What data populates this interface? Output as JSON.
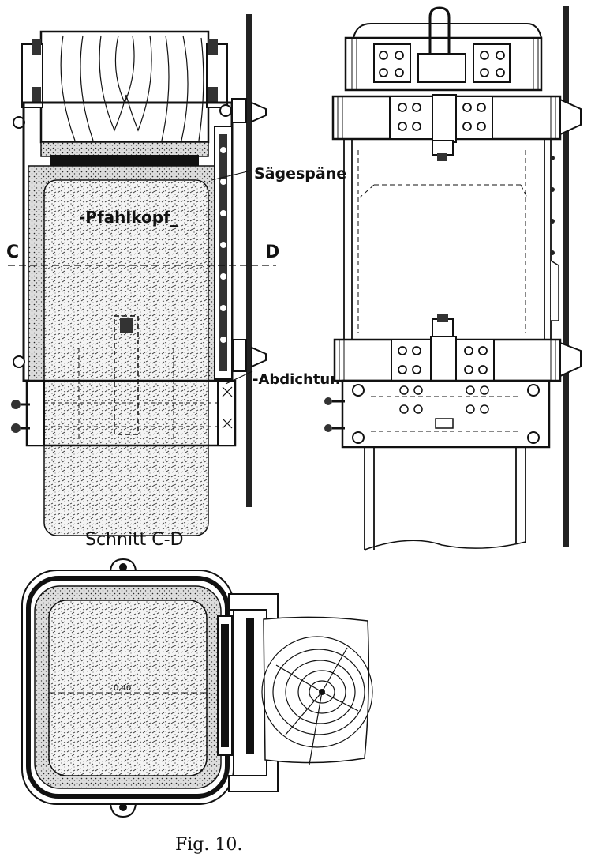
{
  "labels": {
    "saegespaene": "Sägespäne",
    "pfahlkopf": "-Pfahlkopf_",
    "c": "C",
    "d": "D",
    "abdichtung": "-Abdichtung",
    "section_title": "Schnitt C-D",
    "dimension": "0,40"
  },
  "caption": "Fig. 10."
}
